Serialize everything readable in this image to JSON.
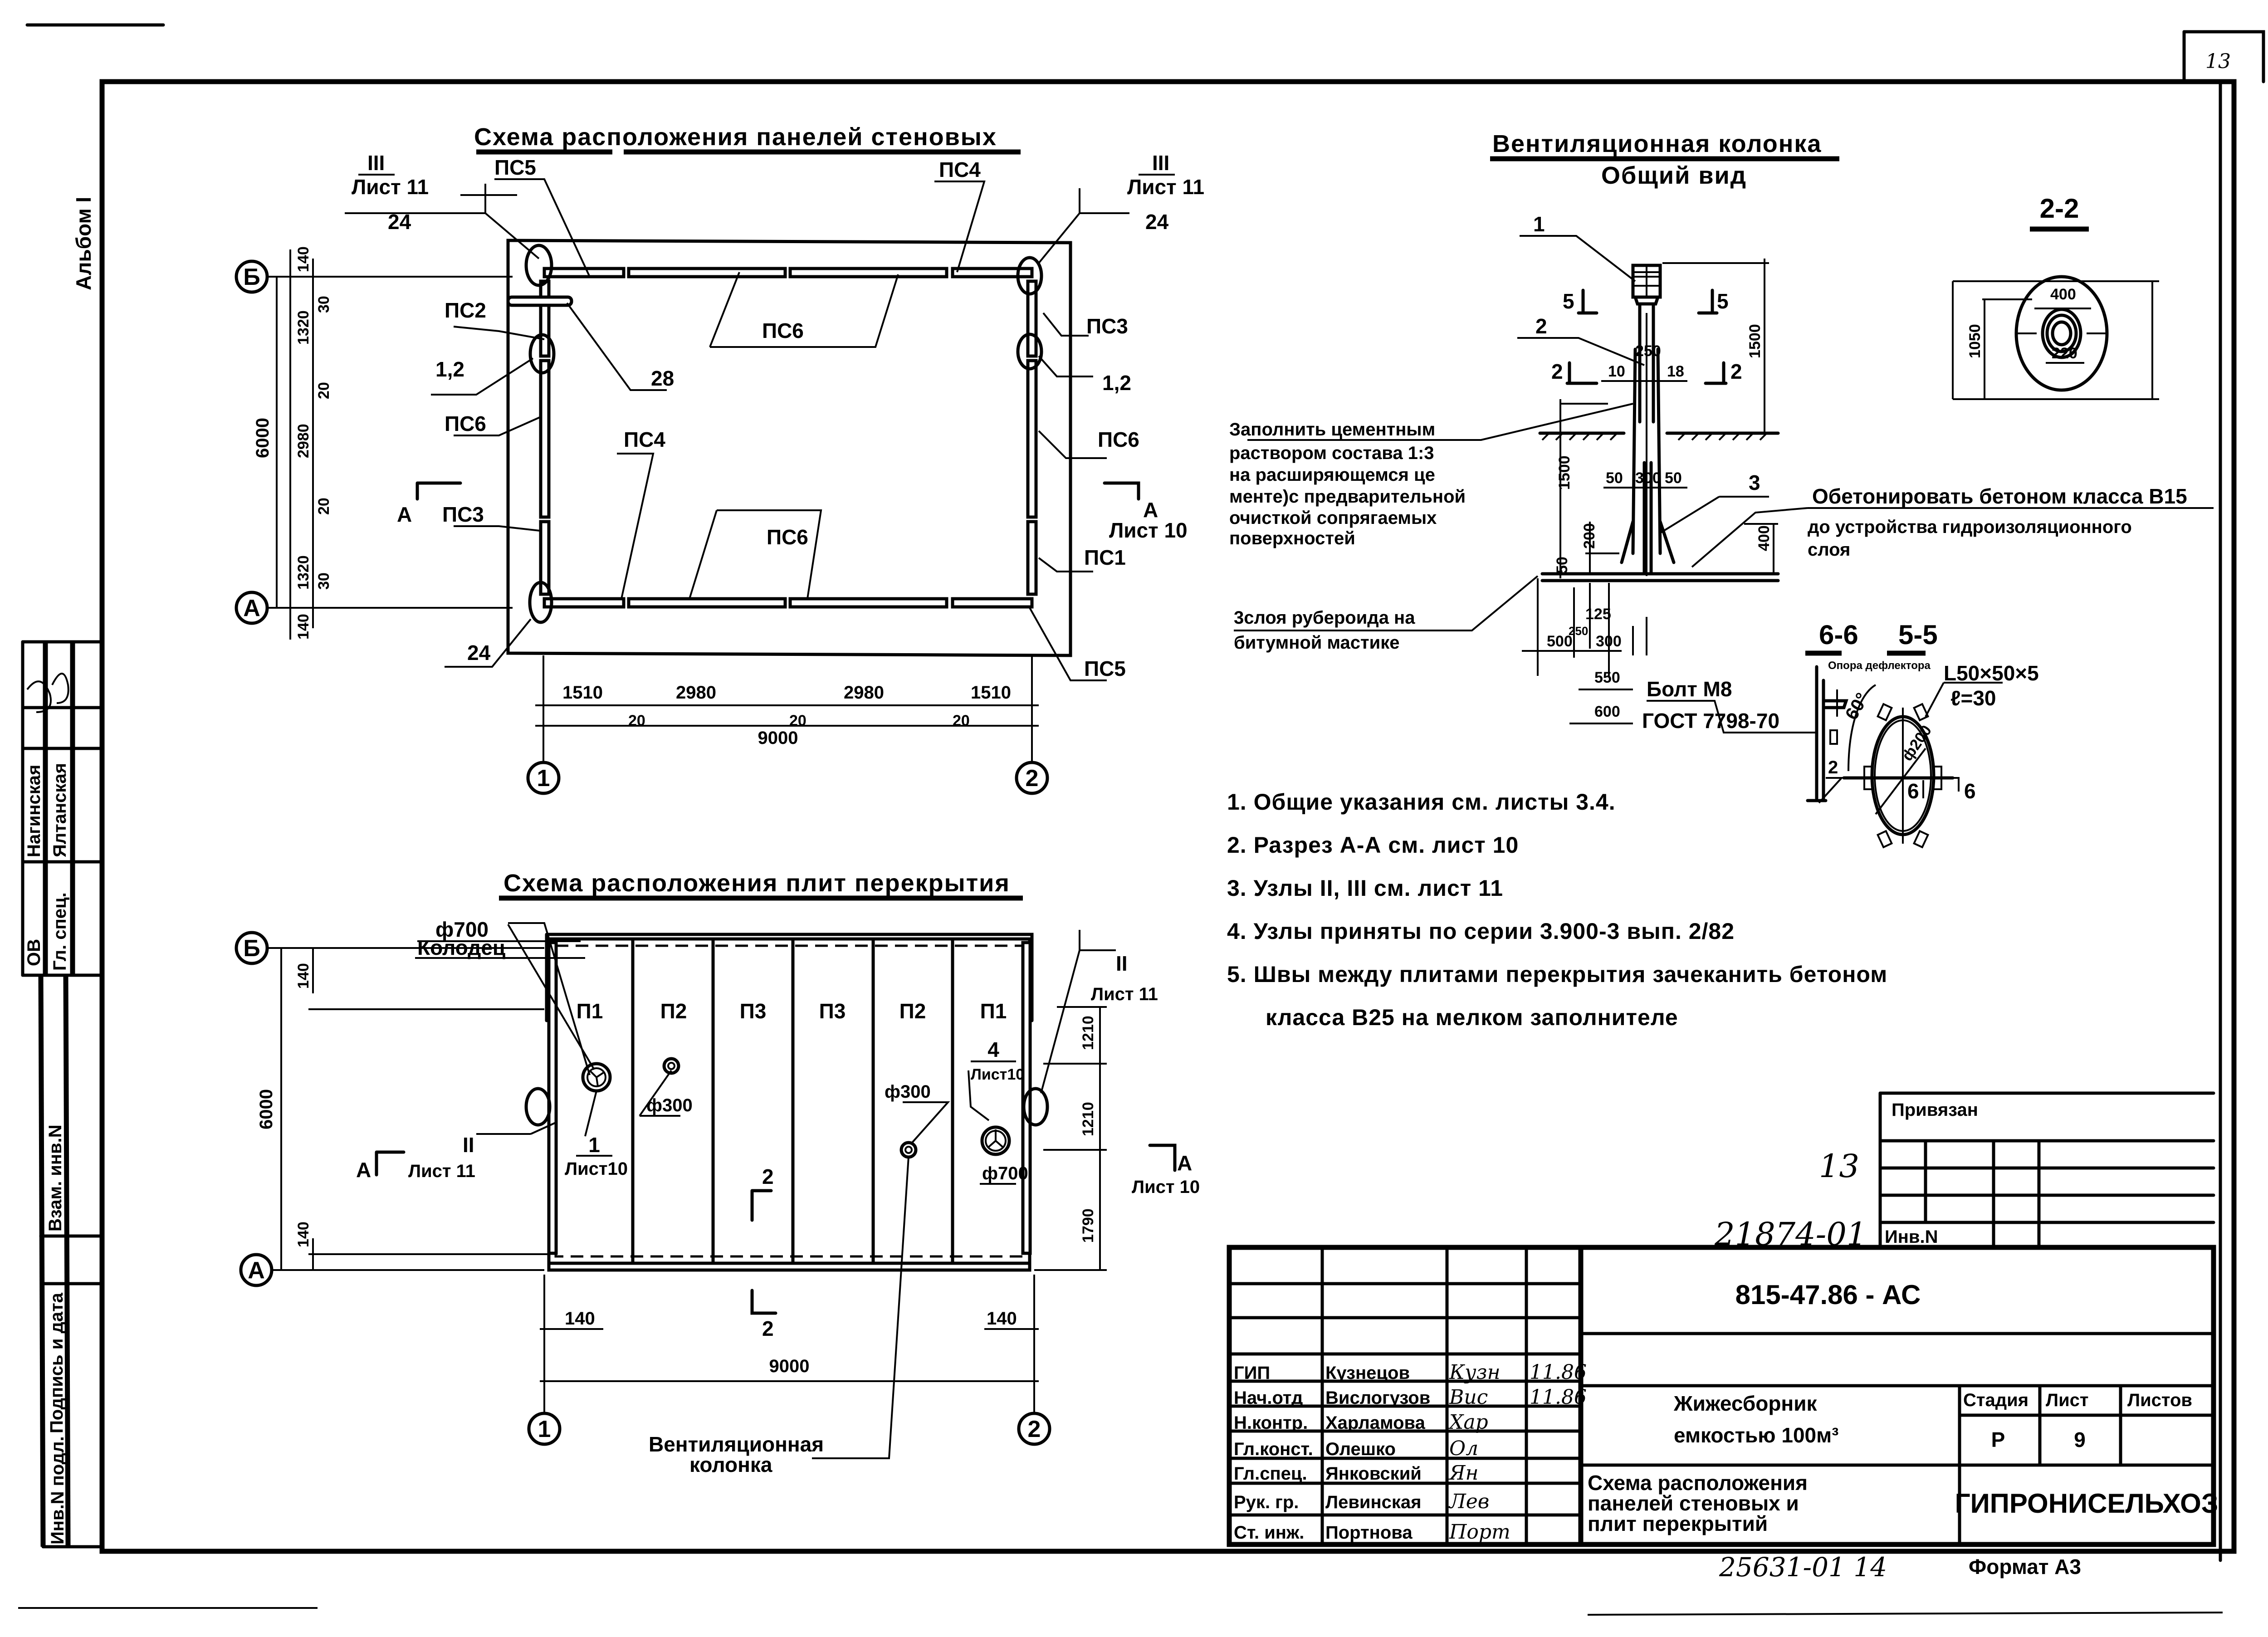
{
  "sheet": {
    "page_number": "13",
    "album_label": "Альбом I",
    "format_label": "Формат А3",
    "bottom_ref": "25631-01  14",
    "handwritten_13": "13",
    "handwritten_inv": "21874-01"
  },
  "wall_panels_plan": {
    "title": "Схема расположения панелей стеновых",
    "axes": {
      "row_top": "Б",
      "row_bottom": "А",
      "col_left": "1",
      "col_right": "2"
    },
    "callouts": {
      "node_left_top": {
        "roman": "III",
        "sheet": "Лист 11",
        "num": "24"
      },
      "node_right_top": {
        "roman": "III",
        "sheet": "Лист 11",
        "num": "24"
      },
      "ps5_top": "ПС5",
      "ps4_top": "ПС4",
      "ps2": "ПС2",
      "ps6_top": "ПС6",
      "ps3_right": "ПС3",
      "node_12_left": "1,2",
      "node_12_right": "1,2",
      "ps6_left": "ПС6",
      "ps6_right": "ПС6",
      "n28": "28",
      "ps3_left": "ПС3",
      "ps4_bottom": "ПС4",
      "ps6_bottom": "ПС6",
      "ps1": "ПС1",
      "n24_bottom": "24",
      "ps5_bottom": "ПС5",
      "section_a_left": "А",
      "section_a_right": "А",
      "section_a_sheet": "Лист 10"
    },
    "dims_vertical": [
      "140",
      "30",
      "1320",
      "20",
      "2980",
      "20",
      "1320",
      "30",
      "140"
    ],
    "dim_total_vertical": "6000",
    "dims_horizontal": [
      "1510",
      "20",
      "2980",
      "20",
      "2980",
      "20",
      "1510"
    ],
    "dim_total_horizontal": "9000"
  },
  "slabs_plan": {
    "title": "Схема расположения плит перекрытия",
    "axes": {
      "row_top": "Б",
      "row_bottom": "А",
      "col_left": "1",
      "col_right": "2"
    },
    "slabs": [
      "П1",
      "П2",
      "П3",
      "П3",
      "П2",
      "П1"
    ],
    "labels": {
      "d700_left": "ф700",
      "well": "Колодец",
      "d300_left": "ф300",
      "d300_right": "ф300",
      "d700_right": "ф700",
      "node_1": "1",
      "node_1_sheet": "Лист10",
      "node_4": "4",
      "node_4_sheet": "Лист10",
      "node_II_left": "II",
      "node_II_left_sheet": "Лист 11",
      "node_II_right": "II",
      "node_II_right_sheet": "Лист 11",
      "section_a_left": "А",
      "section_a_right": "А",
      "section_a_sheet": "Лист 10",
      "section_2_top": "2",
      "section_2_bottom": "2",
      "vent_column": "Вентиляционная",
      "vent_column_2": "колонка"
    },
    "dims_left": [
      "140",
      "6000",
      "140"
    ],
    "dims_right": [
      "1210",
      "1210",
      "1790"
    ],
    "dims_bottom": [
      "140",
      "140",
      "9000"
    ]
  },
  "vent_column": {
    "title": "Вентиляционная колонка",
    "subtitle": "Общий вид",
    "marks": [
      "1",
      "2",
      "3"
    ],
    "section_5": "5",
    "section_2": "2",
    "dims": {
      "top_height": "1500",
      "pipe_d": "250",
      "wall_left": "10",
      "wall_right": "18",
      "bottom_height": "1500",
      "sleeve_50_left": "50",
      "sleeve_d": "300",
      "sleeve_50_right": "50",
      "h200": "200",
      "h50": "50",
      "h400": "400",
      "w500": "500",
      "w250": "250",
      "w125": "125",
      "w300": "300",
      "w550": "550",
      "w600": "600"
    },
    "note_fill": [
      "Заполнить цементным",
      "раствором состава 1:3",
      "на расширяющемся це",
      "менте)с предварительной",
      "очисткой сопрягаемых",
      "поверхностей"
    ],
    "note_concrete": [
      "Обетонировать бетоном класса В15",
      "до устройства гидроизоляционного",
      "слоя"
    ],
    "note_ruberoid": [
      "3слоя рубероида на",
      "битумной мастике"
    ]
  },
  "section_2_2": {
    "title": "2-2",
    "dims": [
      "400",
      "220",
      "1050"
    ]
  },
  "section_6_6": {
    "title": "6-6",
    "support_label": "Опора дефлектора",
    "bolt_label": "Болт М8",
    "bolt_std": "ГОСТ 7798-70",
    "mark": "2"
  },
  "section_5_5": {
    "title": "5-5",
    "angle_label": "L50×50×5",
    "length_label": "ℓ=30",
    "angle_deg": "60°",
    "diameter": "ф200",
    "mark_6a": "6",
    "mark_6b": "6"
  },
  "notes": [
    "1. Общие указания см. листы 3.4.",
    "2. Разрез А-А см. лист 10",
    "3. Узлы II, III см. лист 11",
    "4. Узлы приняты по серии 3.900-3 вып. 2/82",
    "5. Швы между плитами перекрытия зачеканить бетоном",
    "класса В25 на мелком заполнителе"
  ],
  "binding_stamp": {
    "label": "Привязан",
    "inv_label": "Инв.N"
  },
  "title_block": {
    "doc_code": "815-47.86 - АС",
    "project_line1": "Жижесборник",
    "project_line2": "емкостью 100м³",
    "drawing_title": [
      "Схема расположения",
      "панелей стеновых и",
      "плит перекрытий"
    ],
    "stage_header": "Стадия",
    "sheet_header": "Лист",
    "sheets_header": "Листов",
    "stage_value": "Р",
    "sheet_value": "9",
    "sheets_value": "",
    "organization": "ГИПРОНИСЕЛЬХОЗ",
    "signatures": [
      {
        "role": "ГИП",
        "name": "Кузнецов",
        "sign": "Кузн",
        "date": "11.86"
      },
      {
        "role": "Нач.отд",
        "name": "Вислогузов",
        "sign": "Вис",
        "date": "11.86"
      },
      {
        "role": "Н.контр.",
        "name": "Харламова",
        "sign": "Хар",
        "date": ""
      },
      {
        "role": "Гл.конст.",
        "name": "Олешко",
        "sign": "Ол",
        "date": ""
      },
      {
        "role": "Гл.спец.",
        "name": "Янковский",
        "sign": "Ян",
        "date": ""
      },
      {
        "role": "Рук. гр.",
        "name": "Левинская",
        "sign": "Лев",
        "date": ""
      },
      {
        "role": "Ст. инж.",
        "name": "Портнова",
        "sign": "Порт",
        "date": ""
      }
    ]
  },
  "side_stamp": {
    "ov_label": "ОВ",
    "ov_name": "Нагинская",
    "gl_spec_label": "Гл. спец.",
    "gl_spec_name": "Ялтанская",
    "fields": [
      "Взам. инв.N",
      "Подпись и дата",
      "Инв.N подл."
    ]
  }
}
